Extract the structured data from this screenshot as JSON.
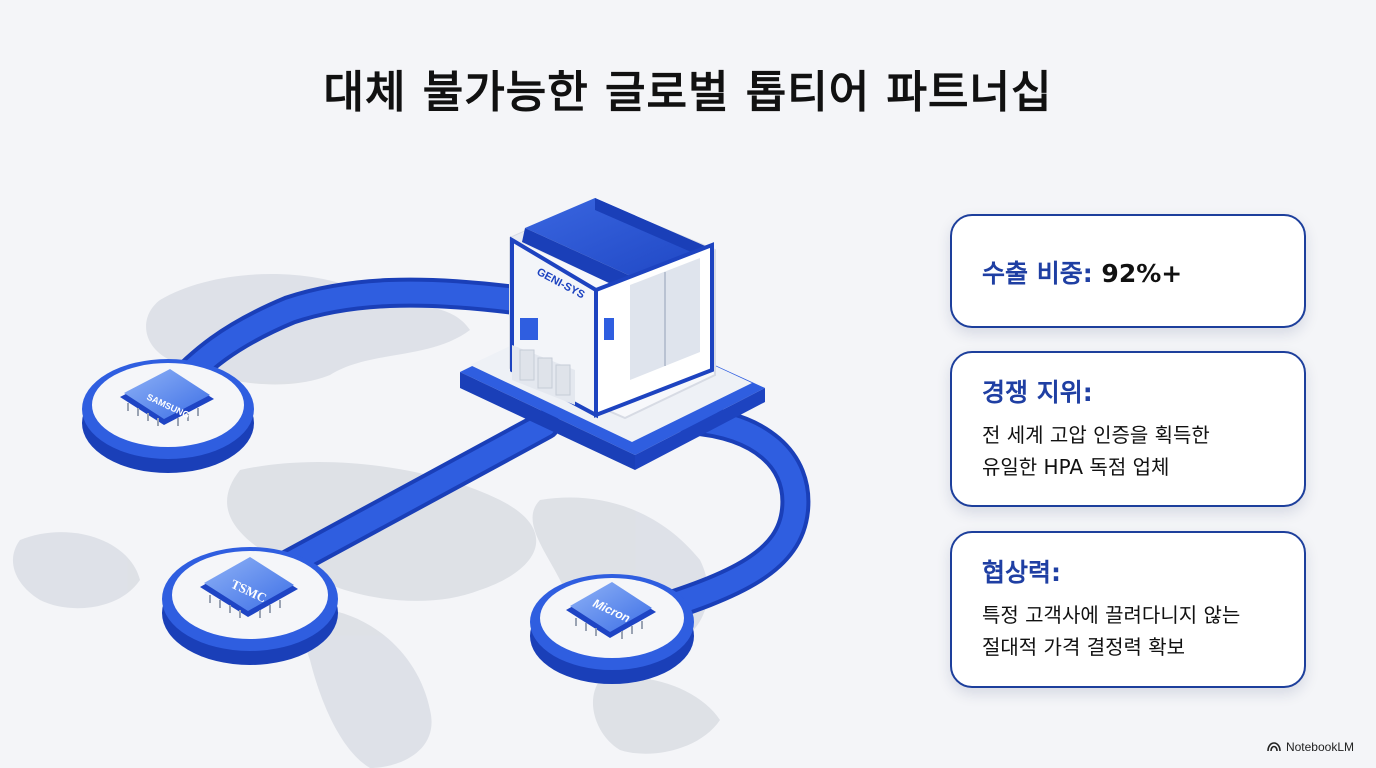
{
  "title": "대체 불가능한 글로벌 톱티어 파트너십",
  "machine_label": "GENI-SYS",
  "partners": [
    "SAMSUNG",
    "TSMC",
    "Micron"
  ],
  "cards": {
    "export": {
      "heading": "수출 비중:",
      "value": "92%+"
    },
    "position": {
      "heading": "경쟁 지위:",
      "line1": "전 세계 고압 인증을 획득한",
      "line2": "유일한 HPA 독점 업체"
    },
    "leverage": {
      "heading": "협상력:",
      "line1": "특정 고객사에 끌려다니지 않는",
      "line2": "절대적 가격 결정력 확보"
    }
  },
  "brand": "NotebookLM",
  "colors": {
    "accent": "#2450d8",
    "card_border": "#1d3f9c",
    "heading": "#1f3fa3"
  }
}
